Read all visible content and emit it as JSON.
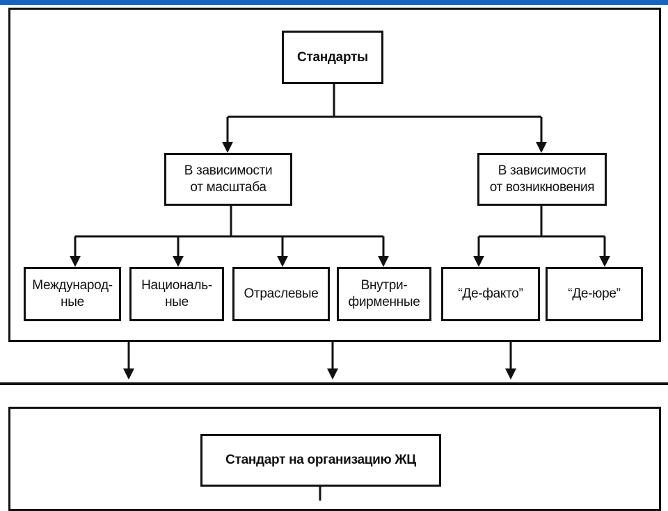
{
  "colors": {
    "top_bar": "#1565c0",
    "lines": "#111111"
  },
  "diagram": {
    "root": "Стандарты",
    "branches": [
      {
        "label": "В зависимости\nот масштаба",
        "children": [
          "Международ-\nные",
          "Националь-\nные",
          "Отраслевые",
          "Внутри-\nфирменные"
        ]
      },
      {
        "label": "В зависимости\nот возникновения",
        "children": [
          "“Де-факто”",
          "“Де-юре”"
        ]
      }
    ],
    "bottom": "Стандарт на организацию ЖЦ"
  }
}
